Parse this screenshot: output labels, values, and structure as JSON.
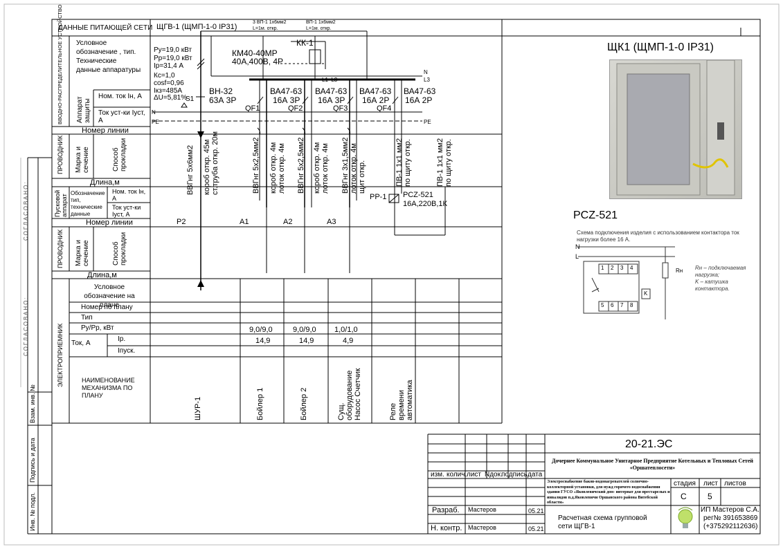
{
  "frame_left": {
    "soglasovano_1": "СОГЛАСОВАНО:",
    "soglasovano_2": "СОГЛАСОВАНО:",
    "inv_podl": "Инв. № подл.",
    "podpis_data": "Подпись и дата",
    "vzam_inv": "Взам. инв. №"
  },
  "rows": {
    "supply": "ДАННЫЕ ПИТАЮЩЕЙ СЕТИ",
    "vru": "ВВОДНО-РАСПРЕДЕЛИТЕЛЬНОЕ УСТРОЙСТВО",
    "uslovn": "Условное обозначение , тип. Технические данные аппаратуры",
    "apparat_zashity": "Аппарат защиты",
    "nom_tok": "Ном. ток Iн, А",
    "tok_ust": "Ток уст-ки Iуст, А",
    "nomer_linii": "Номер линии",
    "provodnik": "ПРОВОДНИК",
    "marka": "Марка и сечение",
    "sposob": "Способ прокладки",
    "dlina": "Длина,м",
    "puskovoy": "Пусковой аппарат",
    "obozn_tip": "Обозначение тип, технические данные",
    "nom_tok2": "Ном. ток Iн, А",
    "tok_ust2": "Ток уст-ки Iуст, А",
    "nomer_linii2": "Номер линии",
    "provodnik2": "ПРОВОДНИК",
    "marka2": "Марка и сечение",
    "sposob2": "Способ прокладки",
    "dlina2": "Длина,м",
    "elektropriemnik": "ЭЛЕКТРОПРИЕМНИК",
    "usl_plan": "Условное обозначение на плане",
    "nomer_plan": "Номер по плану",
    "tip": "Тип",
    "pypp": "Ру/Рр, кВт",
    "tok": "Ток, А",
    "ip": "Iр.",
    "ipusk": "Iпуск.",
    "naimen": "НАИМЕНОВАНИЕ МЕХАНИЗМА ПО ПЛАНУ"
  },
  "panel": {
    "title": "ЩГВ-1 (ЩМП-1-0 IP31)",
    "py": "Ру=19,0 кВт",
    "pp": "Рр=19,0 кВт",
    "ip": "Iр=31,4 А",
    "kc": "Кс=1,0",
    "cos": "cosf=0,96",
    "ikz": "Iкз=485А",
    "du": "ΔU=5,81%",
    "s1": "S1",
    "vn": "ВН-32",
    "vn_i": "63А 3Р",
    "km": "КМ40-40МР",
    "km2": "40А,400В, 4Р",
    "kk": "КК-1",
    "cable_top1": "3 ВП-1 1х6мм2",
    "cable_top1b": "L=1м. откр.",
    "cable_top2": "ВП-1 1х6мм2",
    "cable_top2b": "L=1м. откр.",
    "n": "N",
    "l3": "L3",
    "l1l3": "L1–L3",
    "pe": "PE",
    "pe2": "PE",
    "n2": "N"
  },
  "breakers": [
    {
      "name": "ВА47-63",
      "rating": "16А 3Р",
      "id": "QF1"
    },
    {
      "name": "ВА47-63",
      "rating": "16А 3Р",
      "id": "QF2"
    },
    {
      "name": "ВА47-63",
      "rating": "16А 2Р",
      "id": "QF3"
    },
    {
      "name": "ВА47-63",
      "rating": "16А 2Р",
      "id": "QF4"
    }
  ],
  "cables": [
    {
      "a": "ВВГнг 5х6мм2",
      "b": "короб откр. 45м",
      "c": "ст.труба откр. 20м"
    },
    {
      "a": "ВВГнг 5х2,5мм2",
      "b": "короб откр. 4м",
      "c": "лоток откр. 4м"
    },
    {
      "a": "ВВГнг 5х2,5мм2",
      "b": "короб откр. 4м",
      "c": "лоток откр. 4м"
    },
    {
      "a": "ВВГнг 3х1,5мм2",
      "b": "лоток откр. 4м",
      "c": "щит откр."
    },
    {
      "a": "ПВ-1 1х1 мм2",
      "b": "по щиту откр."
    },
    {
      "a": "ПВ-1 1х1 мм2",
      "b": "по щиту откр."
    }
  ],
  "relay": {
    "id": "РР-1",
    "name": "РСZ-521",
    "data": "16А,220В,1К"
  },
  "lines": [
    "Р2",
    "А1",
    "А2",
    "А3"
  ],
  "loads": [
    {
      "pp": "",
      "ip": "",
      "name": "ШУР-1"
    },
    {
      "pp": "9,0/9,0",
      "ip": "14,9",
      "name": "Бойлер 1"
    },
    {
      "pp": "9,0/9,0",
      "ip": "14,9",
      "name": "Бойлер 2"
    },
    {
      "pp": "1,0/1,0",
      "ip": "4,9",
      "name": "Сущ. оборудование Насос Счетчик"
    },
    {
      "pp": "",
      "ip": "",
      "name": "Реле времени автоматика"
    }
  ],
  "right": {
    "title": "ЩК1 (ЩМП-1-0 IP31)",
    "pcz": "PCZ-521",
    "caption": "Схема подключения изделия с использованием контактора ток нагрузки более 16 А.",
    "n": "N",
    "l": "L",
    "rn": "Rн",
    "k": "K",
    "legend1": "Rн – подключаемая",
    "legend2": "нагрузка;",
    "legend3": "K – катушка",
    "legend4": "контактора.",
    "terminals": [
      "1",
      "2",
      "3",
      "4",
      "5",
      "6",
      "7",
      "8"
    ]
  },
  "stamp": {
    "code": "20-21.ЭС",
    "org": "Дочернее Коммунальное Унитарное Предприятие Котельных и Тепловых Сетей «Оршатеплосети»",
    "project": "Электроснабжение баков-водонагревателей солнечно-коллекторной установки, для нужд горячего водоснабжения здания ГУСО «Яковлевичский дом- интернат для престарелых и инвалидов п.д.Яковлевичи Оршанского района Витебской области»",
    "stadia": "стадия",
    "list": "лист",
    "listov": "листов",
    "stadia_v": "С",
    "list_v": "5",
    "izm": "изм.",
    "kolich": "колич.",
    "list_h": "лист",
    "ndok": "Nдок.",
    "podpis": "подпись",
    "data": "дата",
    "razrab": "Разраб.",
    "nkontr": "Н. контр.",
    "author": "Мастеров",
    "date1": "05.21",
    "date2": "05.21",
    "sheet_title": "Расчетная схема групповой сети ЩГВ-1",
    "ip_name": "ИП Мастеров С.А.",
    "reg": "рег№ 391653869",
    "phone": "(+375292112636)"
  }
}
